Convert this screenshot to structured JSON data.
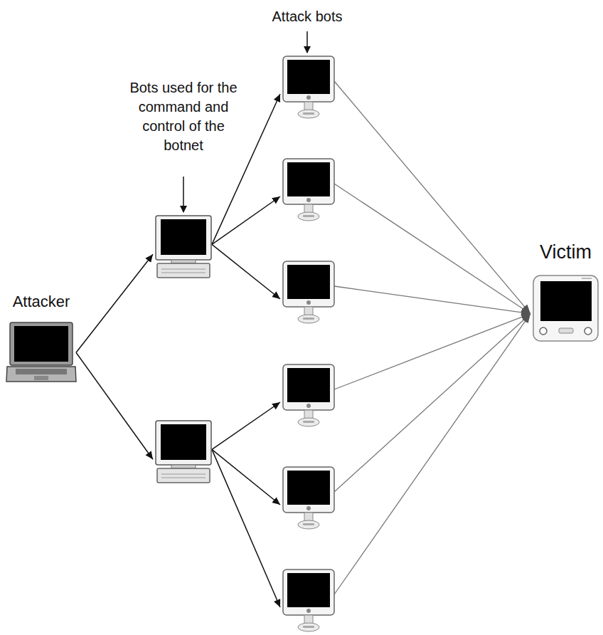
{
  "diagram": {
    "nodes": [
      {
        "text": [
          "Attacker"
        ]
      },
      {
        "text": []
      },
      {
        "text": []
      },
      {
        "text": []
      },
      {
        "text": []
      },
      {
        "text": []
      },
      {
        "text": []
      },
      {
        "text": []
      },
      {
        "text": []
      },
      {
        "text": [
          "Victim"
        ]
      }
    ],
    "edges": [
      {
        "from": 0,
        "to": 1,
        "arrow": "to"
      },
      {
        "from": 0,
        "to": 2,
        "arrow": "to"
      },
      {
        "from": 1,
        "to": 3,
        "arrow": "to"
      },
      {
        "from": 1,
        "to": 4,
        "arrow": "to"
      },
      {
        "from": 1,
        "to": 5,
        "arrow": "to"
      },
      {
        "from": 2,
        "to": 6,
        "arrow": "to"
      },
      {
        "from": 2,
        "to": 7,
        "arrow": "to"
      },
      {
        "from": 2,
        "to": 8,
        "arrow": "to"
      },
      {
        "from": 3,
        "to": 9,
        "arrow": "to"
      },
      {
        "from": 4,
        "to": 9,
        "arrow": "to"
      },
      {
        "from": 5,
        "to": 9,
        "arrow": "to"
      },
      {
        "from": 6,
        "to": 9,
        "arrow": "to"
      },
      {
        "from": 7,
        "to": 9,
        "arrow": "to"
      },
      {
        "from": 8,
        "to": 9,
        "arrow": "to"
      }
    ],
    "labels": [
      "Bots used for the command and control of the botnet",
      "Attack bots"
    ]
  }
}
